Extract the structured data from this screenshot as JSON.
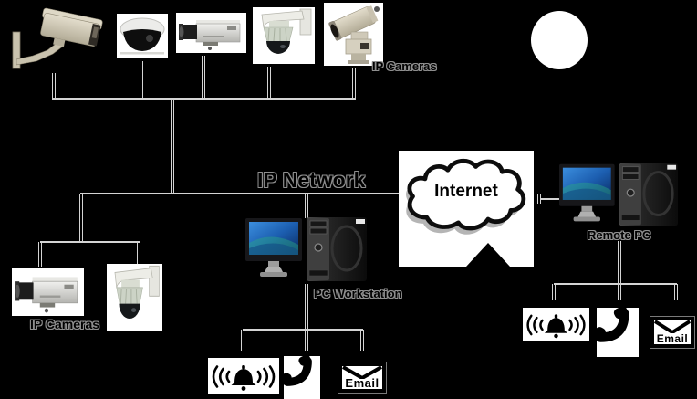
{
  "labels": {
    "ip_cameras_top": "IP Cameras",
    "ip_cameras_left": "IP Cameras",
    "ip_network": "IP Network",
    "internet": "Internet",
    "pc_workstation": "PC Workstation",
    "remote_pc": "Remote PC",
    "email": "Email"
  },
  "nodes": {
    "top_cameras": [
      "bullet-camera",
      "dome-camera",
      "box-camera",
      "ptz-dome-camera",
      "pan-tilt-camera"
    ],
    "left_cameras": [
      "box-camera",
      "ptz-dome-camera"
    ],
    "core": [
      "ip-network",
      "internet",
      "pc-workstation",
      "remote-pc"
    ],
    "workstation_alerts": [
      "alarm",
      "phone",
      "email"
    ],
    "remote_pc_alerts": [
      "alarm",
      "phone",
      "email"
    ]
  },
  "connections": [
    "top-cameras -> ip-network-bus",
    "left-cameras -> ip-network-bus",
    "ip-network-bus -> pc-workstation",
    "ip-network-bus -> internet",
    "internet -> remote-pc",
    "pc-workstation -> alarm/phone/email",
    "remote-pc -> alarm/phone/email"
  ],
  "colors": {
    "background": "#000000",
    "line": "#d4d4d4",
    "panel": "#ffffff",
    "screen_blue": "#1c5eb0",
    "label_fill": "#000000",
    "label_outline": "#8f8f8f"
  }
}
